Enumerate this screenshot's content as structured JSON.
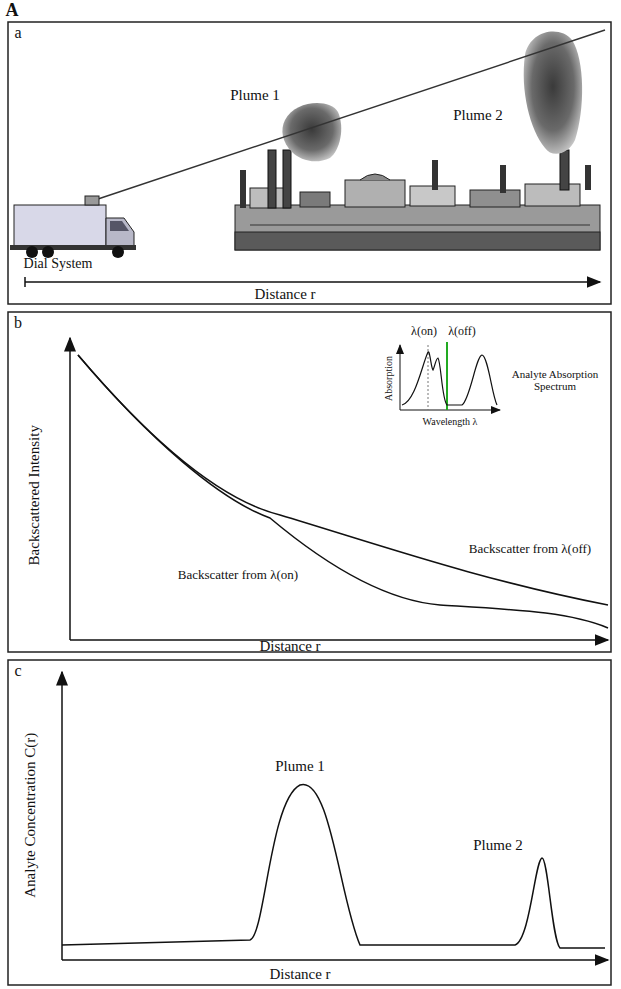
{
  "diagram": {
    "labels": [
      "A",
      "a",
      "Plume 1",
      "Plume 2",
      "Dial System",
      "Distance r",
      "b",
      "Backscattered Intensity",
      "λ(on)",
      "λ(off)",
      "Absorption",
      "Wavelength λ",
      "Analyte Absorption Spectrum",
      "Backscatter from λ(on)",
      "Backscatter from λ(off)",
      "Distance r",
      "c",
      "Analyte Concentration C(r)",
      "Plume 1",
      "Plume 2",
      "Distance r"
    ]
  }
}
